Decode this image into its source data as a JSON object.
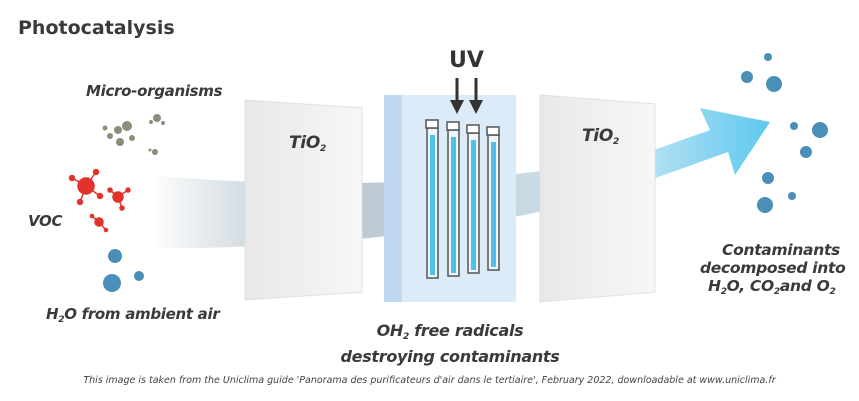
{
  "title": "Photocatalysis",
  "uv_label": "UV",
  "labels": {
    "micro_organisms": "Micro-organisms",
    "voc": "VOC",
    "h2o_prefix": "H",
    "h2o_sub": "2",
    "h2o_suffix": "O from ambient air",
    "tio2_main": "TiO",
    "tio2_sub": "2",
    "oh_prefix": "OH",
    "oh_sub": "2",
    "oh_suffix": " free radicals",
    "oh_line2": "destroying contaminants",
    "out_line1": "Contaminants",
    "out_line2": "decomposed into",
    "out_h": "H",
    "out_h_sub": "2",
    "out_o_co": "O, CO",
    "out_co_sub": "2",
    "out_and": "and O",
    "out_o_sub": "2"
  },
  "caption": "This image is taken from the Uniclima guide 'Panorama des purificateurs d'air dans le tertiaire', February 2022, downloadable at www.uniclima.fr",
  "colors": {
    "text": "#3a3a3a",
    "voc": "#e2332b",
    "water": "#4a8fb8",
    "arrow": "#5ec8f0",
    "panel": "#f2f2f2",
    "uv_panel": "#d9eaf8"
  }
}
